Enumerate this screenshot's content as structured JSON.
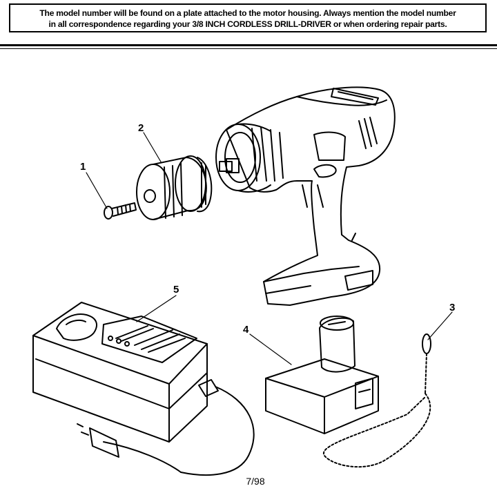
{
  "notice": {
    "line1": "The model number will be found on a plate attached to the motor housing. Always mention the model number",
    "line2": "in all correspondence regarding your 3/8 INCH CORDLESS DRILL-DRIVER or when ordering repair parts."
  },
  "callouts": {
    "screw": "1",
    "chuck": "2",
    "wrist_strap": "3",
    "battery_pack": "4",
    "charger": "5"
  },
  "footer": {
    "date_code": "7/98"
  }
}
